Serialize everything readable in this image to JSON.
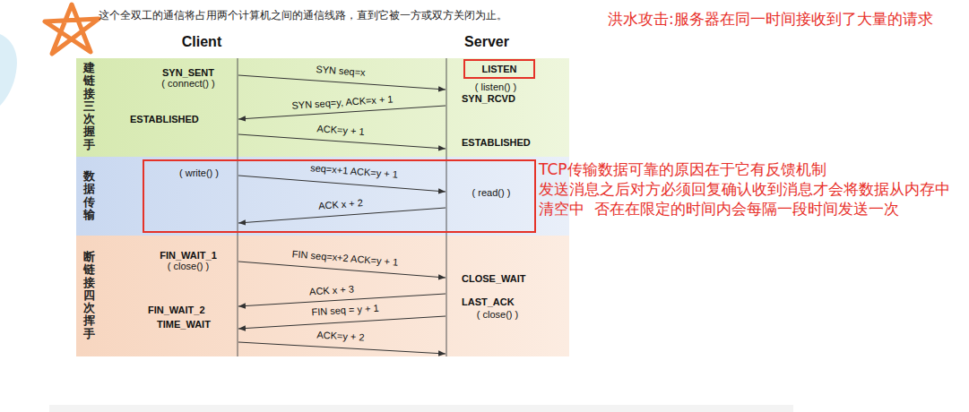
{
  "diagram": {
    "nodes": [
      {
        "text": [
          "建链接三次握手",
          "SYN_SENT",
          "( connect() )",
          "SYN seq=x",
          "( listen() )",
          "SYN_RCVD",
          "SYN seq=y, ACK=x + 1",
          "ESTABLISHED",
          "ACK=y + 1",
          "ESTABLISHED"
        ]
      },
      {
        "text": [
          "LISTEN"
        ],
        "in": 0
      },
      {
        "text": [
          "数据传输",
          "( write() )",
          "seq=x+1 ACK=y + 1",
          "( read() )",
          "ACK x + 2"
        ]
      },
      {
        "text": [
          "断链接四次挥手",
          "FIN_WAIT_1",
          "( close() )",
          "FIN seq=x+2 ACK=y + 1",
          "CLOSE_WAIT",
          "ACK x + 3",
          "LAST_ACK",
          "FIN seq = y + 1",
          "( close() )",
          "FIN_WAIT_2",
          "TIME_WAIT",
          "ACK=y + 2"
        ]
      }
    ],
    "labels": [
      "这个全双工的通信将占用两个计算机之间的通信线路，直到它被一方或双方关闭为止。",
      "Client",
      "Server",
      "洪水攻击:服务器在同一时间接收到了大量的请求",
      "TCP传输数据可靠的原因在于它有反馈机制",
      "发送消息之后对方必须回复确认收到消息才会将数据从内存中清空中  否在在限定的时间内会每隔一段时间发送一次"
    ]
  }
}
